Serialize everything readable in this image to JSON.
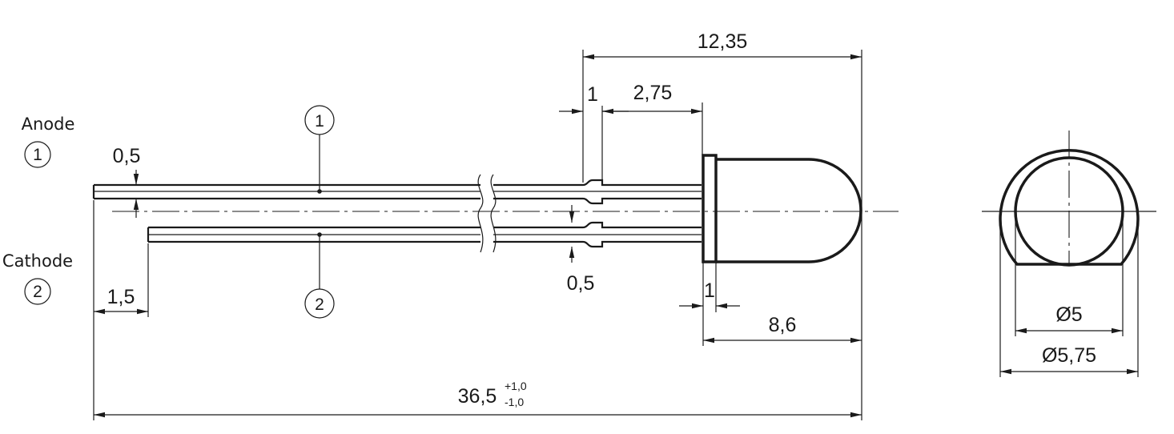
{
  "pins": {
    "anode_label": "Anode",
    "anode_number": "1",
    "cathode_label": "Cathode",
    "cathode_number": "2"
  },
  "dimensions": {
    "overall_length": "36,5",
    "overall_tol_plus": "+1,0",
    "overall_tol_minus": "-1,0",
    "total_to_tip": "12,35",
    "standoff_width": "1",
    "standoff_to_flange": "2,75",
    "lead_thickness_top": "0,5",
    "lead_thickness_kink": "0,5",
    "cathode_offset": "1,5",
    "flange_thickness": "1",
    "body_length": "8,6",
    "lens_diameter": "Ø5",
    "flange_diameter": "Ø5,75"
  },
  "balloons": {
    "lead1": "1",
    "lead2": "2"
  }
}
